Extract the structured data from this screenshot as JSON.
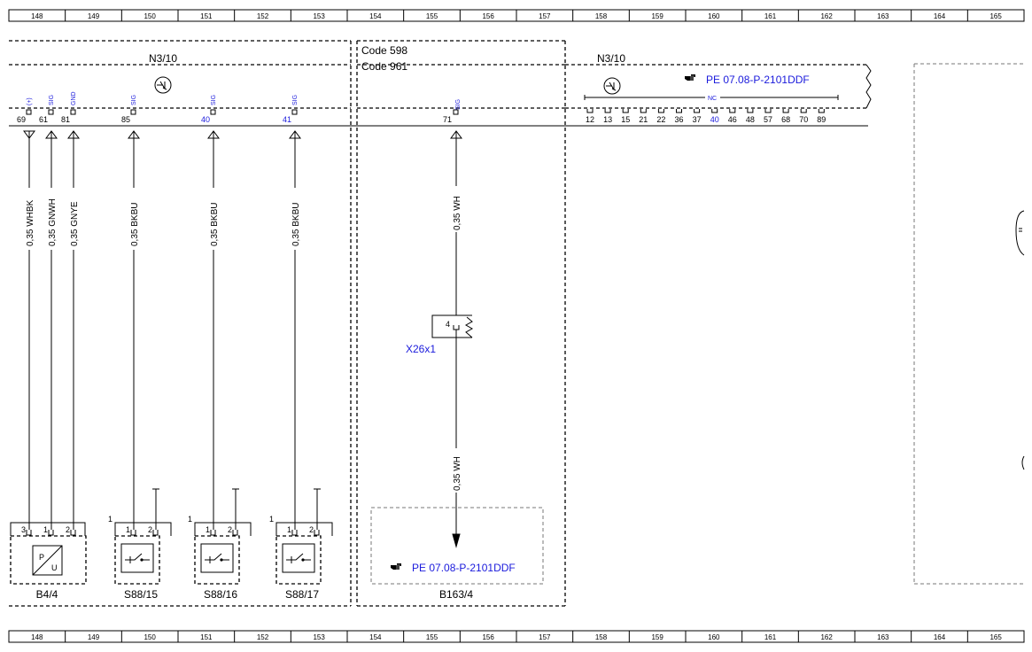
{
  "ruler": {
    "columns": [
      "148",
      "149",
      "150",
      "151",
      "152",
      "153",
      "154",
      "155",
      "156",
      "157",
      "158",
      "159",
      "160",
      "161",
      "162",
      "163",
      "164",
      "165"
    ]
  },
  "modules": {
    "left_title": "N3/10",
    "right_title": "N3/10",
    "codes": [
      "Code 598",
      "Code 961"
    ]
  },
  "pins_left": [
    {
      "pin": "69",
      "signal": "(+)",
      "wire": "0,35 WHBK",
      "pin_color": "black",
      "signal_color": "blue"
    },
    {
      "pin": "61",
      "signal": "SIG",
      "wire": "0,35 GNWH",
      "pin_color": "black",
      "signal_color": "blue"
    },
    {
      "pin": "81",
      "signal": "GND",
      "wire": "0,35 GNYE",
      "pin_color": "black",
      "signal_color": "blue"
    },
    {
      "pin": "85",
      "signal": "SIG",
      "wire": "0,35 BKBU",
      "pin_color": "black",
      "signal_color": "blue"
    },
    {
      "pin": "40",
      "signal": "SIG",
      "wire": "0,35 BKBU",
      "pin_color": "blue",
      "signal_color": "blue"
    },
    {
      "pin": "41",
      "signal": "SIG",
      "wire": "0,35 BKBU",
      "pin_color": "blue",
      "signal_color": "blue"
    }
  ],
  "pin_center": {
    "pin": "71",
    "signal": "SIG",
    "wire_top": "0,35 WH",
    "wire_bottom": "0,35 WH"
  },
  "nc_pins": {
    "label": "NC",
    "pins": [
      "12",
      "13",
      "15",
      "21",
      "22",
      "36",
      "37",
      "40",
      "46",
      "48",
      "57",
      "68",
      "70",
      "89"
    ],
    "highlight": "40"
  },
  "references": {
    "top": "PE 07.08-P-2101DDF",
    "bottom": "PE 07.08-P-2101DDF"
  },
  "connector": {
    "name": "X26x1",
    "pin": "4"
  },
  "components": [
    {
      "name": "B4/4",
      "pins": [
        "3",
        "1",
        "2"
      ],
      "symbol": "P/U"
    },
    {
      "name": "S88/15",
      "pins": [
        "1",
        "2"
      ],
      "outer_pin": "1"
    },
    {
      "name": "S88/16",
      "pins": [
        "1",
        "2"
      ],
      "outer_pin": "1"
    },
    {
      "name": "S88/17",
      "pins": [
        "1",
        "2"
      ],
      "outer_pin": "1"
    },
    {
      "name": "B163/4"
    }
  ],
  "colors": {
    "reference_blue": "#1a1adc",
    "line": "#000000",
    "dashed_gray": "#777777"
  }
}
